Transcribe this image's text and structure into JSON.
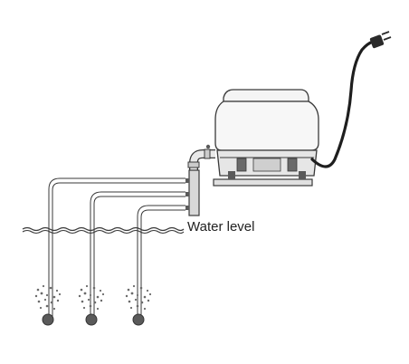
{
  "labels": {
    "water_level": "Water level"
  },
  "colors": {
    "line": "#3a3a3a",
    "fill_light": "#f4f4f4",
    "fill_mid": "#d8d8d8",
    "fill_dark": "#5a5a5a",
    "bubble": "#6a6a6a"
  },
  "icons": [
    "air-pump",
    "power-plug",
    "manifold",
    "air-stone"
  ]
}
